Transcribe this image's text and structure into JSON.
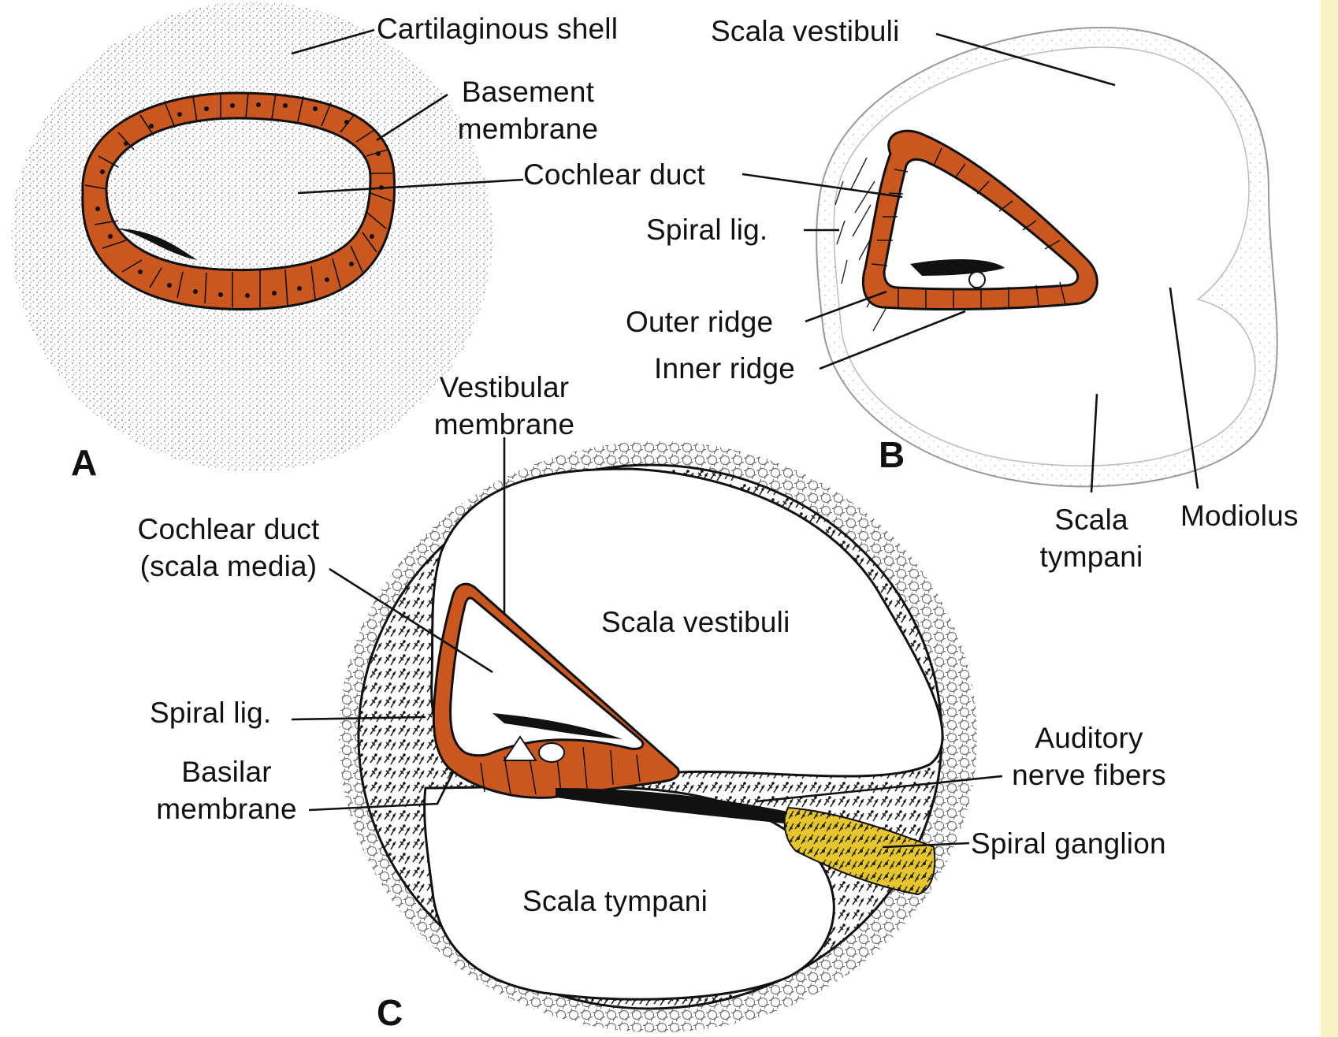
{
  "colors": {
    "epithelium": "#c9571f",
    "ganglion": "#e7c62d",
    "side_strip": "#f7f2c4",
    "ink": "#111111"
  },
  "panels": {
    "a": "A",
    "b": "B",
    "c": "C"
  },
  "panel_a": {
    "cartilaginous_shell": "Cartilaginous shell",
    "basement_membrane_1": "Basement",
    "basement_membrane_2": "membrane",
    "cochlear_duct": "Cochlear duct"
  },
  "panel_b": {
    "scala_vestibuli": "Scala vestibuli",
    "spiral_lig": "Spiral lig.",
    "outer_ridge": "Outer ridge",
    "inner_ridge": "Inner ridge",
    "scala_tympani_1": "Scala",
    "scala_tympani_2": "tympani",
    "modiolus": "Modiolus"
  },
  "panel_c": {
    "vestibular_membrane_1": "Vestibular",
    "vestibular_membrane_2": "membrane",
    "cochlear_duct_1": "Cochlear duct",
    "cochlear_duct_2": "(scala media)",
    "scala_vestibuli": "Scala vestibuli",
    "spiral_lig": "Spiral lig.",
    "basilar_membrane_1": "Basilar",
    "basilar_membrane_2": "membrane",
    "auditory_nerve_1": "Auditory",
    "auditory_nerve_2": "nerve fibers",
    "spiral_ganglion": "Spiral ganglion",
    "scala_tympani": "Scala tympani"
  }
}
